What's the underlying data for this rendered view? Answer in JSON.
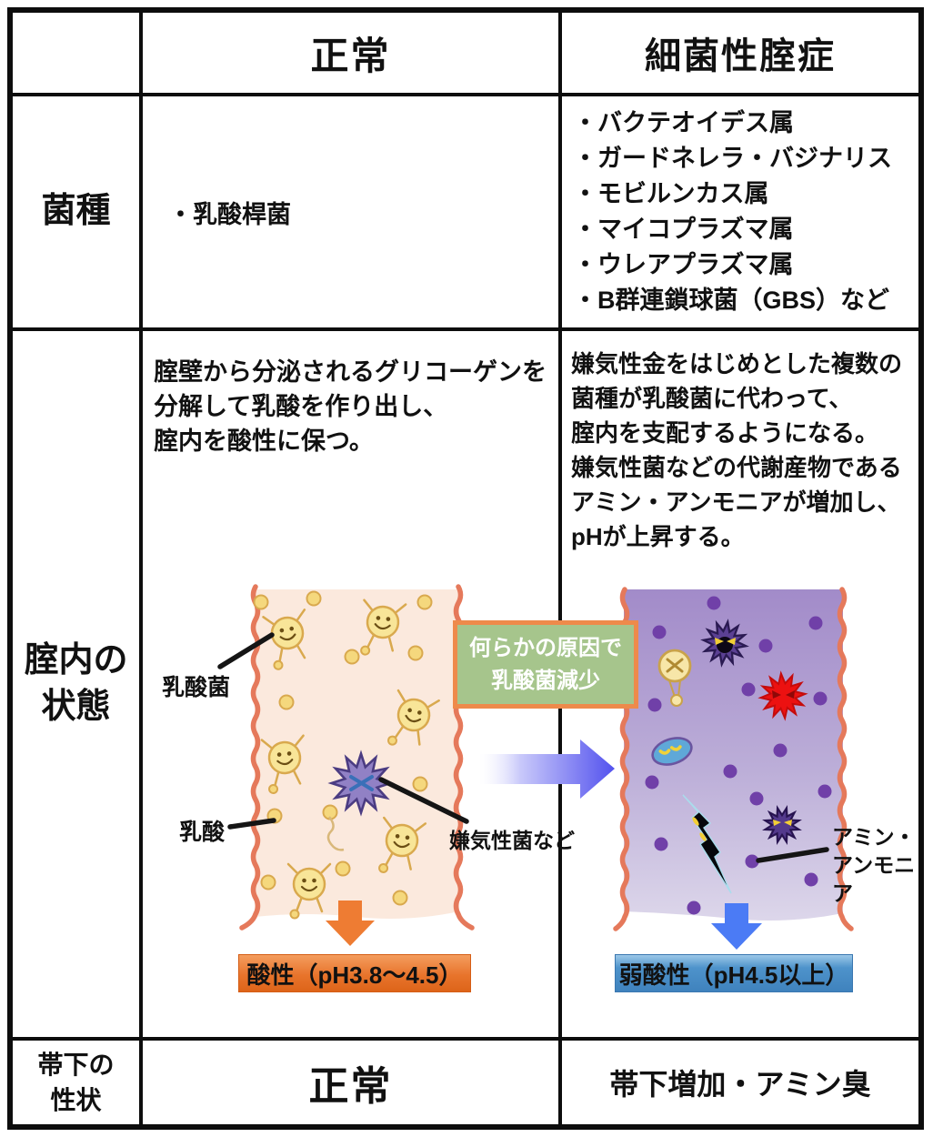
{
  "table": {
    "header": {
      "normal": "正常",
      "bv": "細菌性腟症"
    },
    "species_row": {
      "label": "菌種",
      "normal": "・乳酸桿菌",
      "bv_items": [
        "・バクテオイデス属",
        "・ガードネレラ・バジナリス",
        "・モビルンカス属",
        "・マイコプラズマ属",
        "・ウレアプラズマ属",
        "・B群連鎖球菌（GBS）など"
      ]
    },
    "state_row": {
      "label": "腟内の\n状態",
      "normal_description": "腟壁から分泌されるグリコーゲンを\n分解して乳酸を作り出し、\n腟内を酸性に保つ。",
      "bv_description": "嫌気性金をはじめとした複数の\n菌種が乳酸菌に代わって、\n腟内を支配するようになる。\n嫌気性菌などの代謝産物である\nアミン・アンモニアが増加し、\npHが上昇する。"
    },
    "discharge_row": {
      "label": "帯下の\n性状",
      "normal": "正常",
      "bv": "帯下増加・アミン臭"
    }
  },
  "diagram": {
    "green_box": "何らかの原因で\n乳酸菌減少",
    "labels": {
      "lactobacillus": "乳酸菌",
      "lactic_acid": "乳酸",
      "anaerobes": "嫌気性菌など",
      "amine": "アミン・\nアンモニア"
    },
    "banners": {
      "acidic": "酸性（pH3.8〜4.5）",
      "weak_acidic": "弱酸性（pH4.5以上）"
    }
  },
  "colors": {
    "green_box_bg": "#a6c58c",
    "green_box_border": "#ee8a4b",
    "banner_acidic": "#e8742c",
    "banner_weak_acidic": "#4e93cb",
    "canal_wall": "#e5795b",
    "canal_normal_bg": "#fbe9dd",
    "canal_bv_top": "#a28bc9",
    "canal_bv_bottom": "#dcd6ea",
    "arrow_orange": "#ee7c33",
    "arrow_blue": "#4b7bf5",
    "flow_arrow_blue": "#5352ee"
  }
}
